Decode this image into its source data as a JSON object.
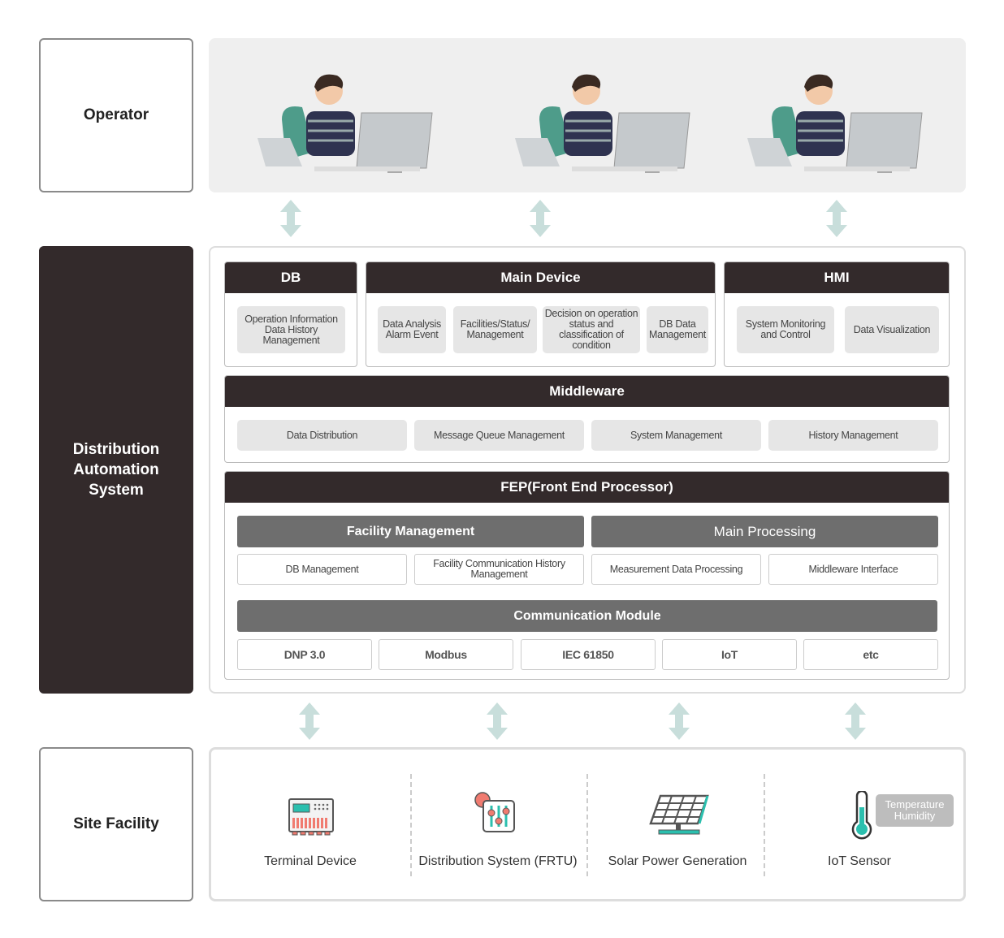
{
  "rows": {
    "operator": "Operator",
    "das": "Distribution Automation System",
    "site": "Site Facility"
  },
  "db": {
    "title": "DB",
    "items": [
      "Operation Information Data History Management"
    ]
  },
  "main_device": {
    "title": "Main Device",
    "items": [
      "Data Analysis Alarm Event",
      "Facilities/Status/ Management",
      "Decision on operation status and classification of condition",
      "DB Data Management"
    ]
  },
  "hmi": {
    "title": "HMI",
    "items": [
      "System Monitoring and Control",
      "Data Visualization"
    ]
  },
  "middleware": {
    "title": "Middleware",
    "items": [
      "Data Distribution",
      "Message Queue Management",
      "System Management",
      "History Management"
    ]
  },
  "fep": {
    "title": "FEP(Front End Processor)",
    "facility_management": {
      "title": "Facility Management",
      "items": [
        "DB Management",
        "Facility Communication History Management"
      ]
    },
    "main_processing": {
      "title": "Main Processing",
      "items": [
        "Measurement Data Processing",
        "Middleware Interface"
      ]
    },
    "communication_module": {
      "title": "Communication Module",
      "items": [
        "DNP 3.0",
        "Modbus",
        "IEC 61850",
        "IoT",
        "etc"
      ]
    }
  },
  "site": {
    "items": [
      "Terminal Device",
      "Distribution System (FRTU)",
      "Solar Power Generation",
      "IoT Sensor"
    ],
    "iot_badge": "Temperature Humidity"
  },
  "colors": {
    "dark": "#332a2b",
    "arrow": "#c8dedb",
    "accent_teal": "#2bbfae",
    "accent_red": "#f07b70"
  }
}
